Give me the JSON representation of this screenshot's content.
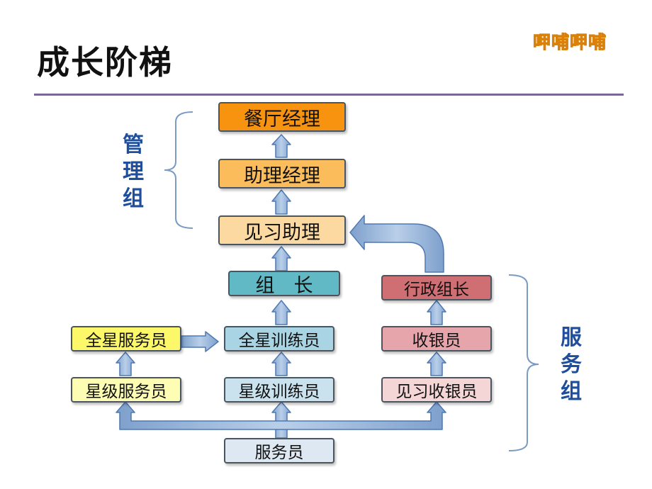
{
  "header": {
    "title": "成长阶梯",
    "logo_text": "呷哺呷哺"
  },
  "group_labels": {
    "management": [
      "管",
      "理",
      "组"
    ],
    "service": [
      "服",
      "务",
      "组"
    ]
  },
  "nodes": {
    "restaurant_manager": {
      "label": "餐厅经理",
      "fill": "#f7930f"
    },
    "assistant_manager": {
      "label": "助理经理",
      "fill": "#fbbd5c"
    },
    "trainee_assistant": {
      "label": "见习助理",
      "fill": "#fdd9a2"
    },
    "team_leader": {
      "label": "组　长",
      "fill": "#61b9c5"
    },
    "admin_leader": {
      "label": "行政组长",
      "fill": "#cf6f73"
    },
    "allstar_server": {
      "label": "全星服务员",
      "fill": "#fdf86a"
    },
    "allstar_trainer": {
      "label": "全星训练员",
      "fill": "#a9d4e3"
    },
    "cashier": {
      "label": "收银员",
      "fill": "#e5a5aa"
    },
    "star_server": {
      "label": "星级服务员",
      "fill": "#fdfdb4"
    },
    "star_trainer": {
      "label": "星级训练员",
      "fill": "#c9e2ee"
    },
    "trainee_cashier": {
      "label": "见习收银员",
      "fill": "#f5d6d6"
    },
    "server": {
      "label": "服务员",
      "fill": "#dde8f2"
    }
  },
  "colors": {
    "arrow_fill": "#8fb0d6",
    "arrow_stroke": "#4f79b2",
    "bracket": "#7b9bc5",
    "group_label": "#1f4e9c",
    "title_rule": "#7a6898"
  }
}
